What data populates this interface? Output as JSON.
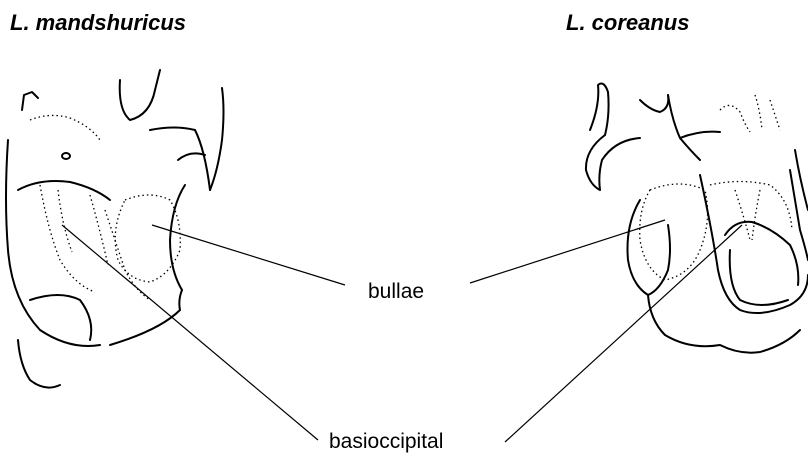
{
  "specimens": {
    "left_name": "L. mandshuricus",
    "right_name": "L. coreanus"
  },
  "labels": {
    "bullae": "bullae",
    "basioccipital": "basioccipital"
  }
}
